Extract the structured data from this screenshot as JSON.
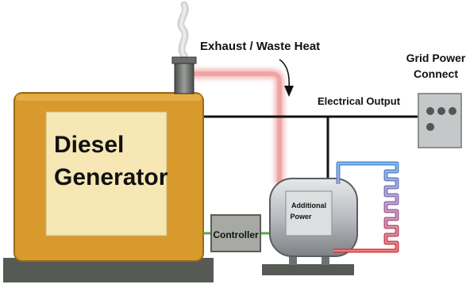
{
  "labels": {
    "exhaust": "Exhaust  /  Waste Heat",
    "electrical_output": "Electrical Output",
    "grid_line1": "Grid Power",
    "grid_line2": "Connect",
    "controller": "Controller",
    "tank_line1": "Additional",
    "tank_line2": "Power",
    "generator_line1": "Diesel",
    "generator_line2": "Generator"
  },
  "colors": {
    "generator_body": "#d89a2c",
    "generator_panel": "#f6e7b4",
    "base": "#555a55",
    "exhaust_pipe": "#f2a3a3",
    "tank": "#b9bcc0",
    "controller": "#a7aaa4",
    "controller_link": "#5aa845",
    "coil_hot": "#d9393a",
    "coil_cold": "#4a8fd6",
    "grid_box": "#c5c7c8",
    "wire": "#111111"
  },
  "icons": {
    "arrow": "curved-arrow-down-icon",
    "smoke": "smoke-icon",
    "outlet": "outlet-icon"
  }
}
